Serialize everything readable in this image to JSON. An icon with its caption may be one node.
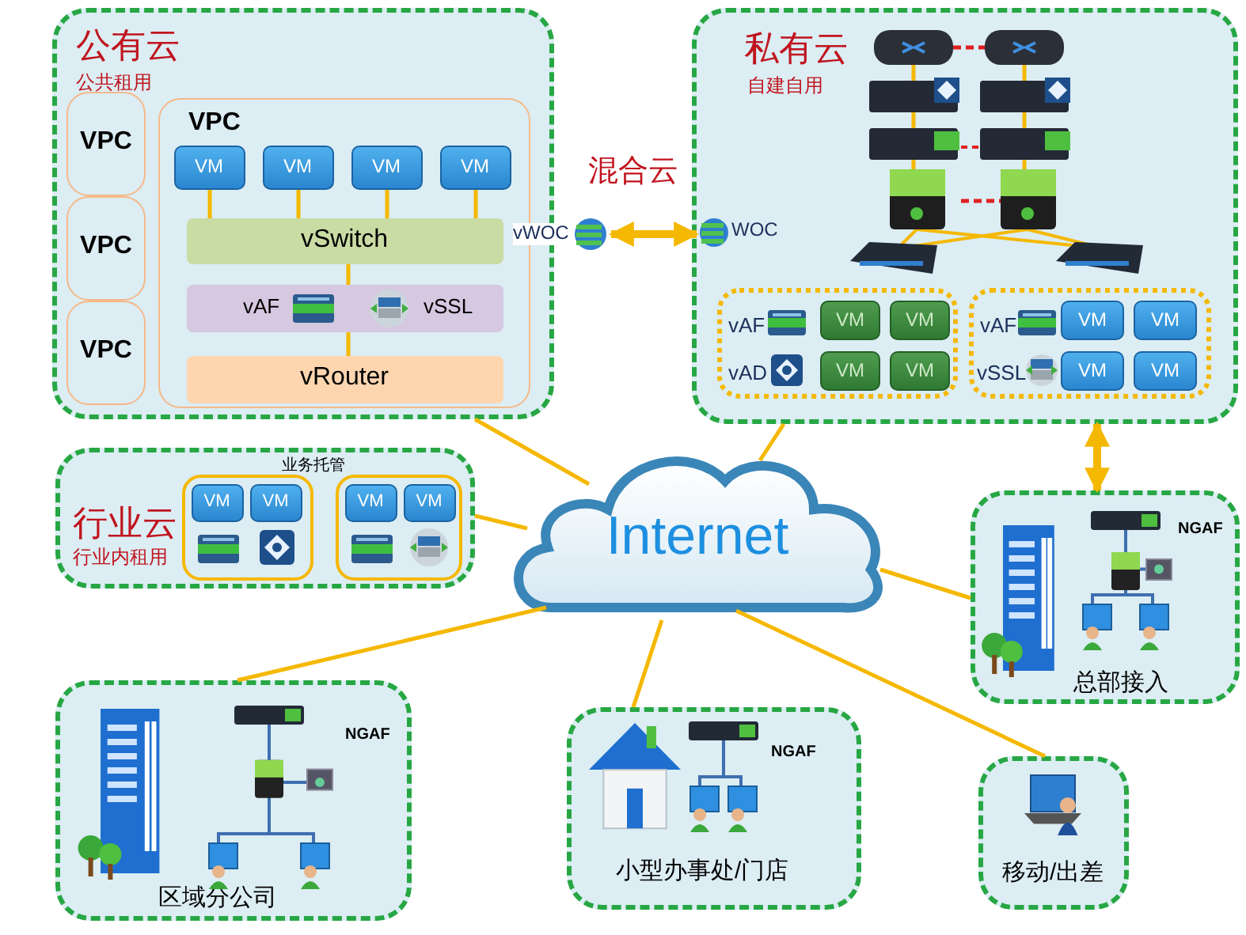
{
  "diagram": {
    "nodes": [
      {
        "text": [
          "公有云",
          "公共租用"
        ]
      },
      {
        "text": [
          "VPC"
        ],
        "in": 0
      },
      {
        "text": [
          "VPC"
        ],
        "in": 0
      },
      {
        "text": [
          "VPC"
        ],
        "in": 0
      },
      {
        "text": [
          "VPC"
        ],
        "in": 0
      },
      {
        "text": [
          "VM"
        ],
        "in": 4
      },
      {
        "text": [
          "VM"
        ],
        "in": 4
      },
      {
        "text": [
          "VM"
        ],
        "in": 4
      },
      {
        "text": [
          "VM"
        ],
        "in": 4
      },
      {
        "text": [
          "vSwitch"
        ],
        "in": 4
      },
      {
        "text": [
          "vAF",
          "vSSL"
        ],
        "in": 4
      },
      {
        "text": [
          "vRouter"
        ],
        "in": 4
      },
      {
        "text": [
          "vWOC"
        ]
      },
      {
        "text": [
          "私有云",
          "自建自用"
        ]
      },
      {
        "text": [
          "WOC"
        ],
        "in": 13
      },
      {
        "text": [
          "vAF",
          "vAD"
        ],
        "in": 13
      },
      {
        "text": [
          "VM"
        ],
        "in": 15
      },
      {
        "text": [
          "VM"
        ],
        "in": 15
      },
      {
        "text": [
          "VM"
        ],
        "in": 15
      },
      {
        "text": [
          "VM"
        ],
        "in": 15
      },
      {
        "text": [
          "vAF",
          "vSSL"
        ],
        "in": 13
      },
      {
        "text": [
          "VM"
        ],
        "in": 20
      },
      {
        "text": [
          "VM"
        ],
        "in": 20
      },
      {
        "text": [
          "VM"
        ],
        "in": 20
      },
      {
        "text": [
          "VM"
        ],
        "in": 20
      },
      {
        "text": [
          "行业云",
          "行业内租用"
        ]
      },
      {
        "text": [],
        "shape": "box",
        "in": 25
      },
      {
        "text": [
          "VM"
        ],
        "in": 26
      },
      {
        "text": [
          "VM"
        ],
        "in": 26
      },
      {
        "text": [],
        "shape": "box",
        "in": 25
      },
      {
        "text": [
          "VM"
        ],
        "in": 29
      },
      {
        "text": [
          "VM"
        ],
        "in": 29
      },
      {
        "text": [
          "Internet"
        ]
      },
      {
        "text": [
          "NGAF",
          "总部接入"
        ]
      },
      {
        "text": [
          "NGAF",
          "区域分公司"
        ]
      },
      {
        "text": [
          "NGAF",
          "小型办事处/门店"
        ]
      },
      {
        "text": [
          "移动/出差"
        ]
      }
    ],
    "edges": [
      {
        "from": 5,
        "to": 9,
        "arrow": "none"
      },
      {
        "from": 6,
        "to": 9,
        "arrow": "none"
      },
      {
        "from": 7,
        "to": 9,
        "arrow": "none"
      },
      {
        "from": 8,
        "to": 9,
        "arrow": "none"
      },
      {
        "from": 9,
        "to": 10,
        "arrow": "none"
      },
      {
        "from": 10,
        "to": 11,
        "arrow": "none"
      },
      {
        "from": 12,
        "to": 14,
        "arrow": "both",
        "label": "混合云",
        "style": "thick"
      },
      {
        "from": 32,
        "to": 0,
        "arrow": "none"
      },
      {
        "from": 32,
        "to": 13,
        "arrow": "none"
      },
      {
        "from": 32,
        "to": 25,
        "arrow": "none"
      },
      {
        "from": 32,
        "to": 33,
        "arrow": "none"
      },
      {
        "from": 32,
        "to": 34,
        "arrow": "none"
      },
      {
        "from": 32,
        "to": 35,
        "arrow": "none"
      },
      {
        "from": 32,
        "to": 36,
        "arrow": "none"
      },
      {
        "from": 13,
        "to": 33,
        "arrow": "both",
        "style": "thick"
      }
    ],
    "labels": [
      "业务托管"
    ]
  }
}
